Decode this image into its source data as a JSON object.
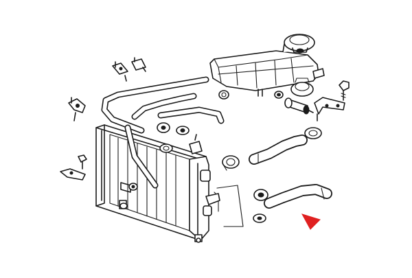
{
  "diagram": {
    "style": "black-and-white exploded parts line drawing",
    "components": [
      "radiator",
      "expansion-tank",
      "radiator-cap",
      "upper-radiator-hose",
      "lower-radiator-hose",
      "bypass-pipe",
      "hose-clamps",
      "mounting-brackets",
      "bolts"
    ],
    "callout_arrow": {
      "color": "#e02020",
      "points_to": "lower-radiator-hose"
    },
    "line_color": "#1a1a1a",
    "background": "#ffffff"
  }
}
